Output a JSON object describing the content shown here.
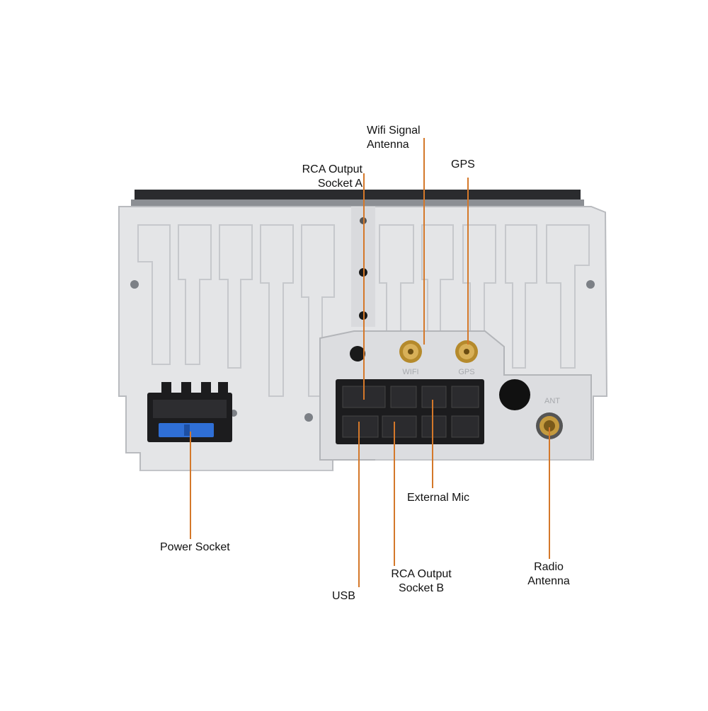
{
  "colors": {
    "leader_line": "#d4782a",
    "panel": "#e3e4e6",
    "panel_shadow": "#c8cacd",
    "connector": "#1c1c1e",
    "fuse": "#2f6fd6",
    "brass": "#c99a3a"
  },
  "callouts": {
    "wifi": {
      "line1": "Wifi Signal",
      "line2": "Antenna"
    },
    "gps": {
      "line1": "GPS"
    },
    "rca_a": {
      "line1": "RCA Output",
      "line2": "Socket A"
    },
    "external_mic": {
      "line1": "External Mic"
    },
    "power": {
      "line1": "Power Socket"
    },
    "rca_b": {
      "line1": "RCA Output",
      "line2": "Socket B"
    },
    "usb": {
      "line1": "USB"
    },
    "radio": {
      "line1": "Radio",
      "line2": "Antenna"
    }
  },
  "embossed": {
    "wifi_port": "WIFI",
    "gps_port": "GPS",
    "ant_port": "ANT"
  }
}
